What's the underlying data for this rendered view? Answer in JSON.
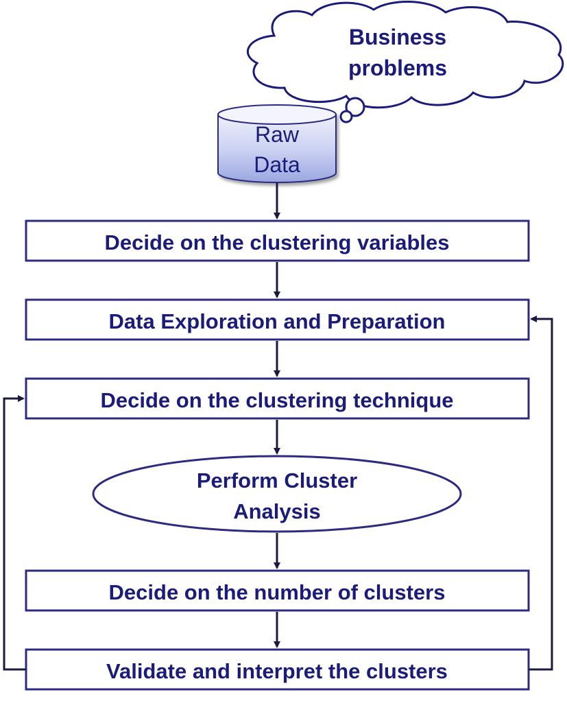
{
  "cloud": {
    "line1": "Business",
    "line2": "problems"
  },
  "raw_data": {
    "line1": "Raw",
    "line2": "Data"
  },
  "steps": {
    "variables": "Decide on the clustering variables",
    "exploration": "Data Exploration and Preparation",
    "technique": "Decide on the clustering technique",
    "analysis_line1": "Perform Cluster",
    "analysis_line2": "Analysis",
    "number": "Decide on the number of clusters",
    "validate": "Validate and interpret the clusters"
  },
  "colors": {
    "ink": "#1b1b7a",
    "box_border": "#2b2b80",
    "arrow": "#1a1a40",
    "cylinder_fill": "#b9c2ee"
  }
}
